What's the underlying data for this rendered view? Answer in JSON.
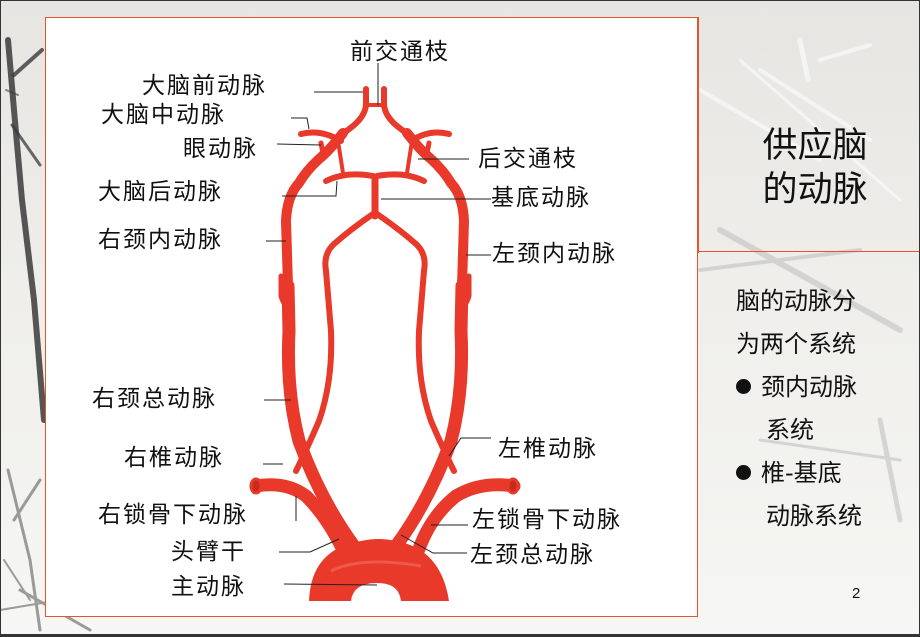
{
  "slide": {
    "page_number": "2",
    "title_lines": [
      "供应脑",
      "的动脉"
    ],
    "body": {
      "intro_lines": [
        "脑的动脉分",
        "为两个系统"
      ],
      "bullets": [
        {
          "line1": "颈内动脉",
          "line2": "系统"
        },
        {
          "line1": "椎-基底",
          "line2": "动脉系统"
        }
      ]
    },
    "colors": {
      "accent_border": "#e8532b",
      "vessel": "#e8392a",
      "vessel_dark": "#c92a1e",
      "text": "#111111"
    }
  },
  "figure": {
    "labels": {
      "anterior_communicating": "前交通枝",
      "anterior_cerebral": "大脑前动脉",
      "middle_cerebral": "大脑中动脉",
      "ophthalmic": "眼动脉",
      "posterior_communicating": "后交通枝",
      "posterior_cerebral": "大脑后动脉",
      "basilar": "基底动脉",
      "right_internal_carotid": "右颈内动脉",
      "left_internal_carotid": "左颈内动脉",
      "right_common_carotid": "右颈总动脉",
      "right_vertebral": "右椎动脉",
      "left_vertebral": "左椎动脉",
      "right_subclavian": "右锁骨下动脉",
      "left_subclavian": "左锁骨下动脉",
      "brachiocephalic": "头臂干",
      "left_common_carotid": "左颈总动脉",
      "aorta": "主动脉"
    }
  }
}
